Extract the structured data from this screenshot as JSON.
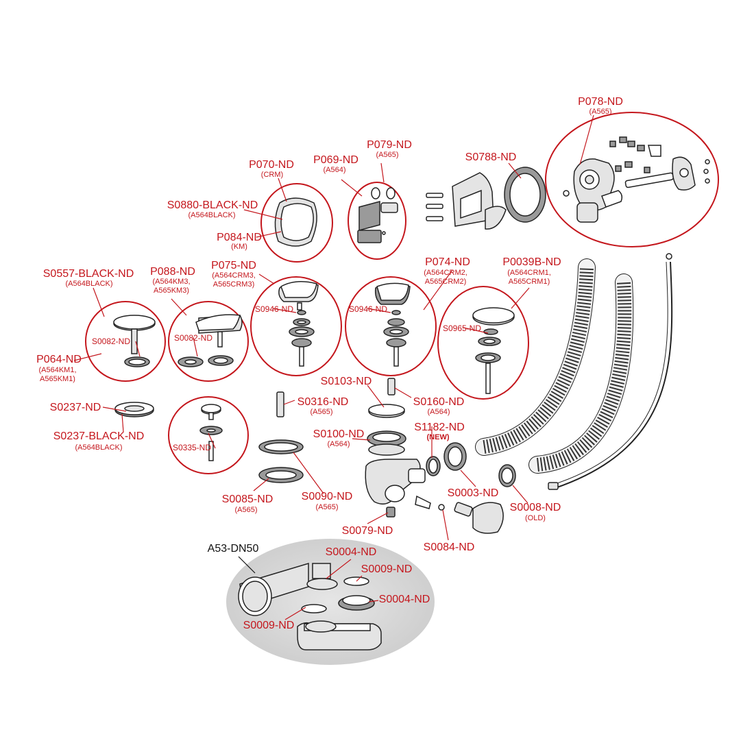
{
  "colors": {
    "label": "#c4161c",
    "line": "#222222",
    "highlight": "#d9d9d9"
  },
  "labels": {
    "P078": {
      "code": "P078-ND",
      "sub": [
        "(A565)"
      ]
    },
    "S0788": {
      "code": "S0788-ND",
      "sub": []
    },
    "P079": {
      "code": "P079-ND",
      "sub": [
        "(A565)"
      ]
    },
    "P069": {
      "code": "P069-ND",
      "sub": [
        "(A564)"
      ]
    },
    "P070": {
      "code": "P070-ND",
      "sub": [
        "(CRM)"
      ]
    },
    "S0880": {
      "code": "S0880-BLACK-ND",
      "sub": [
        "(A564BLACK)"
      ]
    },
    "P084": {
      "code": "P084-ND",
      "sub": [
        "(KM)"
      ]
    },
    "S0557": {
      "code": "S0557-BLACK-ND",
      "sub": [
        "(A564BLACK)"
      ]
    },
    "P088": {
      "code": "P088-ND",
      "sub": [
        "(A564KM3,",
        "A565KM3)"
      ]
    },
    "P075": {
      "code": "P075-ND",
      "sub": [
        "(A564CRM3,",
        "A565CRM3)"
      ]
    },
    "P074": {
      "code": "P074-ND",
      "sub": [
        "(A564CRM2,",
        "A565CRM2)"
      ]
    },
    "P0039B": {
      "code": "P0039B-ND",
      "sub": [
        "(A564CRM1,",
        "A565CRM1)"
      ]
    },
    "P064": {
      "code": "P064-ND",
      "sub": [
        "(A564KM1,",
        "A565KM1)"
      ]
    },
    "S0082a": {
      "code": "S0082-ND"
    },
    "S0082b": {
      "code": "S0082-ND"
    },
    "S0946a": {
      "code": "S0946-ND"
    },
    "S0946b": {
      "code": "S0946-ND"
    },
    "S0965": {
      "code": "S0965-ND"
    },
    "S0237": {
      "code": "S0237-ND",
      "sub": []
    },
    "S0237B": {
      "code": "S0237-BLACK-ND",
      "sub": [
        "(A564BLACK)"
      ]
    },
    "S0335": {
      "code": "S0335-ND"
    },
    "S0316": {
      "code": "S0316-ND",
      "sub": [
        "(A565)"
      ]
    },
    "S0103": {
      "code": "S0103-ND",
      "sub": []
    },
    "S0160": {
      "code": "S0160-ND",
      "sub": [
        "(A564)"
      ]
    },
    "S0100": {
      "code": "S0100-ND",
      "sub": [
        "(A564)"
      ]
    },
    "S1182": {
      "code": "S1182-ND",
      "sub": [
        "(NEW)"
      ]
    },
    "S0003": {
      "code": "S0003-ND",
      "sub": []
    },
    "S0008": {
      "code": "S0008-ND",
      "sub": [
        "(OLD)"
      ]
    },
    "S0085": {
      "code": "S0085-ND",
      "sub": [
        "(A565)"
      ]
    },
    "S0090": {
      "code": "S0090-ND",
      "sub": [
        "(A565)"
      ]
    },
    "S0079": {
      "code": "S0079-ND",
      "sub": []
    },
    "S0084": {
      "code": "S0084-ND",
      "sub": []
    },
    "A53": {
      "code": "A53-DN50"
    },
    "S0004a": {
      "code": "S0004-ND"
    },
    "S0009a": {
      "code": "S0009-ND"
    },
    "S0004b": {
      "code": "S0004-ND"
    },
    "S0009b": {
      "code": "S0009-ND"
    }
  }
}
